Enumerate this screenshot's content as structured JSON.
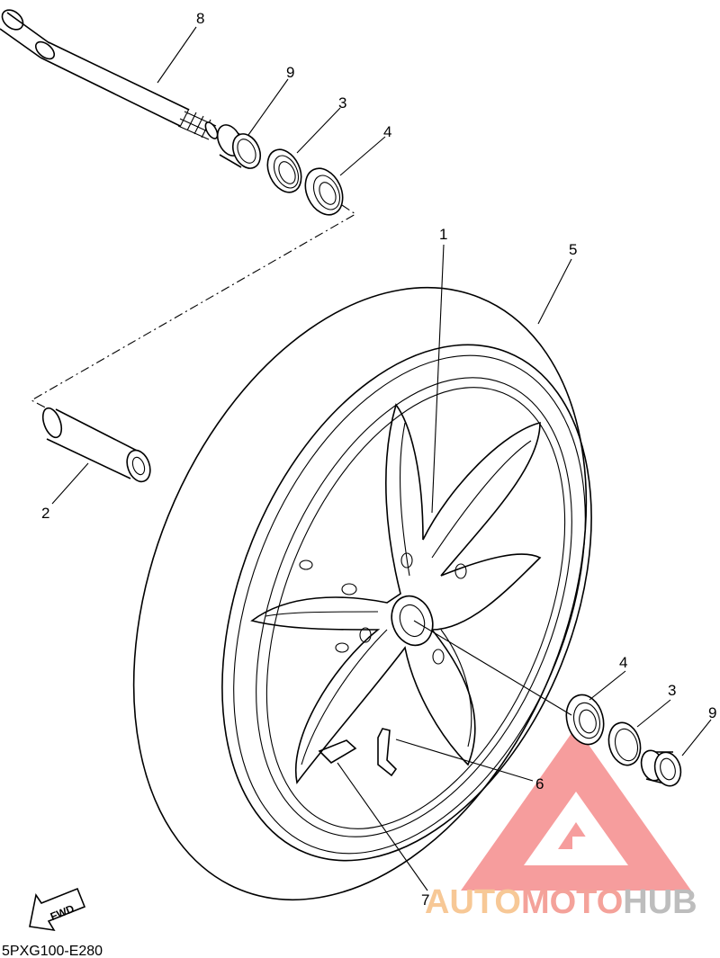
{
  "callouts": [
    {
      "id": "c8",
      "label": "8"
    },
    {
      "id": "c9a",
      "label": "9"
    },
    {
      "id": "c3a",
      "label": "3"
    },
    {
      "id": "c4a",
      "label": "4"
    },
    {
      "id": "c1",
      "label": "1"
    },
    {
      "id": "c5",
      "label": "5"
    },
    {
      "id": "c2",
      "label": "2"
    },
    {
      "id": "c4b",
      "label": "4"
    },
    {
      "id": "c3b",
      "label": "3"
    },
    {
      "id": "c9b",
      "label": "9"
    },
    {
      "id": "c6",
      "label": "6"
    },
    {
      "id": "c7",
      "label": "7"
    }
  ],
  "direction_label": "FWD",
  "diagram_code": "5PXG100-E280",
  "watermark": {
    "part1": "AUTO",
    "part2": "MOTO",
    "part3": "HUB",
    "colors": {
      "part1": "#f7c896",
      "part2": "#f4a29a",
      "part3": "#bdbdbd",
      "logo": "#f58c8c"
    }
  }
}
